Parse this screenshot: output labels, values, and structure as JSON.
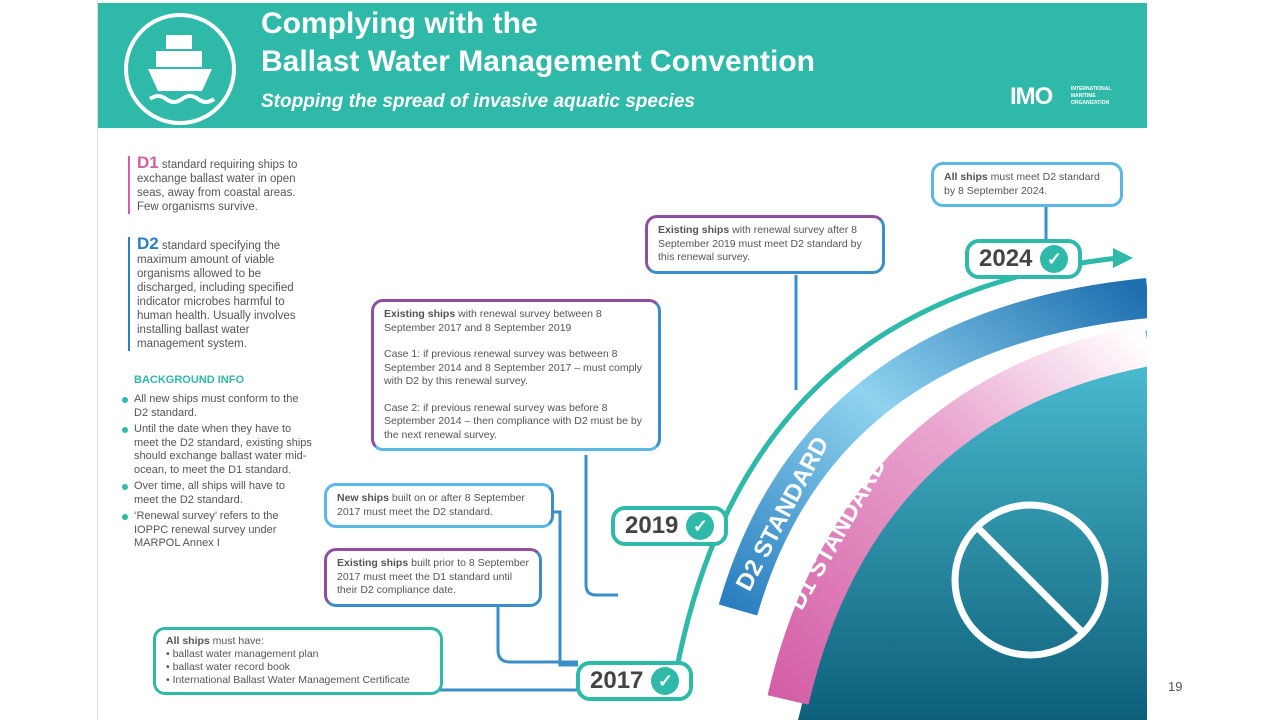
{
  "header": {
    "title_line1": "Complying with the",
    "title_line2": "Ballast Water Management Convention",
    "subtitle": "Stopping the spread of invasive aquatic species",
    "logo_text": "IMO",
    "logo_org": "INTERNATIONAL MARITIME ORGANIZATION"
  },
  "definitions": [
    {
      "key": "D1",
      "text": " standard requiring ships to exchange ballast water in open seas, away from coastal areas. Few organisms survive.",
      "color": "#d45fa6"
    },
    {
      "key": "D2",
      "text": " standard specifying the maximum amount of viable organisms allowed to be discharged, including specified indicator microbes harmful to human health. Usually involves installing ballast water management system.",
      "color": "#2a7fc0"
    }
  ],
  "background": {
    "title": "BACKGROUND INFO",
    "items": [
      "All new ships must conform to the D2 standard.",
      "Until the date when they have to meet the D2 standard, existing ships should exchange ballast water mid-ocean, to meet the D1 standard.",
      "Over time, all ships will have to meet the D2 standard.",
      "‘Renewal survey’ refers to the IOPPC renewal survey under MARPOL Annex I"
    ]
  },
  "boxes": {
    "b2024": {
      "bold": "All ships",
      "text": " must meet D2 standard by 8 September 2024."
    },
    "b2019": {
      "bold": "Existing ships",
      "text": " with renewal survey after 8 September 2019 must meet D2 standard by this renewal survey."
    },
    "b1719": {
      "bold": "Existing ships",
      "text": " with renewal survey between 8 September 2017 and 8 September 2019",
      "case1": "Case 1: if previous renewal survey was between 8 September 2014 and 8 September 2017 – must comply with D2 by this renewal survey.",
      "case2": "Case 2: if previous renewal survey was before 8 September 2014 – then compliance with D2 must be by the next renewal survey."
    },
    "new": {
      "bold": "New ships",
      "text": " built on or after 8 September 2017 must meet the D2 standard."
    },
    "existing": {
      "bold": "Existing ships",
      "text": " built prior to 8 September 2017 must meet the D1 standard until their D2 compliance date."
    },
    "all": {
      "bold": "All ships",
      "text": " must have:",
      "items": [
        "• ballast water management plan",
        "• ballast water record book",
        "• International Ballast Water Management Certificate"
      ]
    }
  },
  "years": [
    "2017",
    "2019",
    "2024"
  ],
  "bands": {
    "d2": "D2 STANDARD",
    "d1": "D1 STANDARD"
  },
  "colors": {
    "teal": "#2fb9a9",
    "d2_blue": "#2a7fc0",
    "d1_pink": "#d45fa6",
    "purple": "#8e4fa0"
  },
  "icons": {
    "ship": "ship-icon",
    "check": "check-icon",
    "no_invasive": "no-invasive-species-icon"
  },
  "page_number": "19"
}
